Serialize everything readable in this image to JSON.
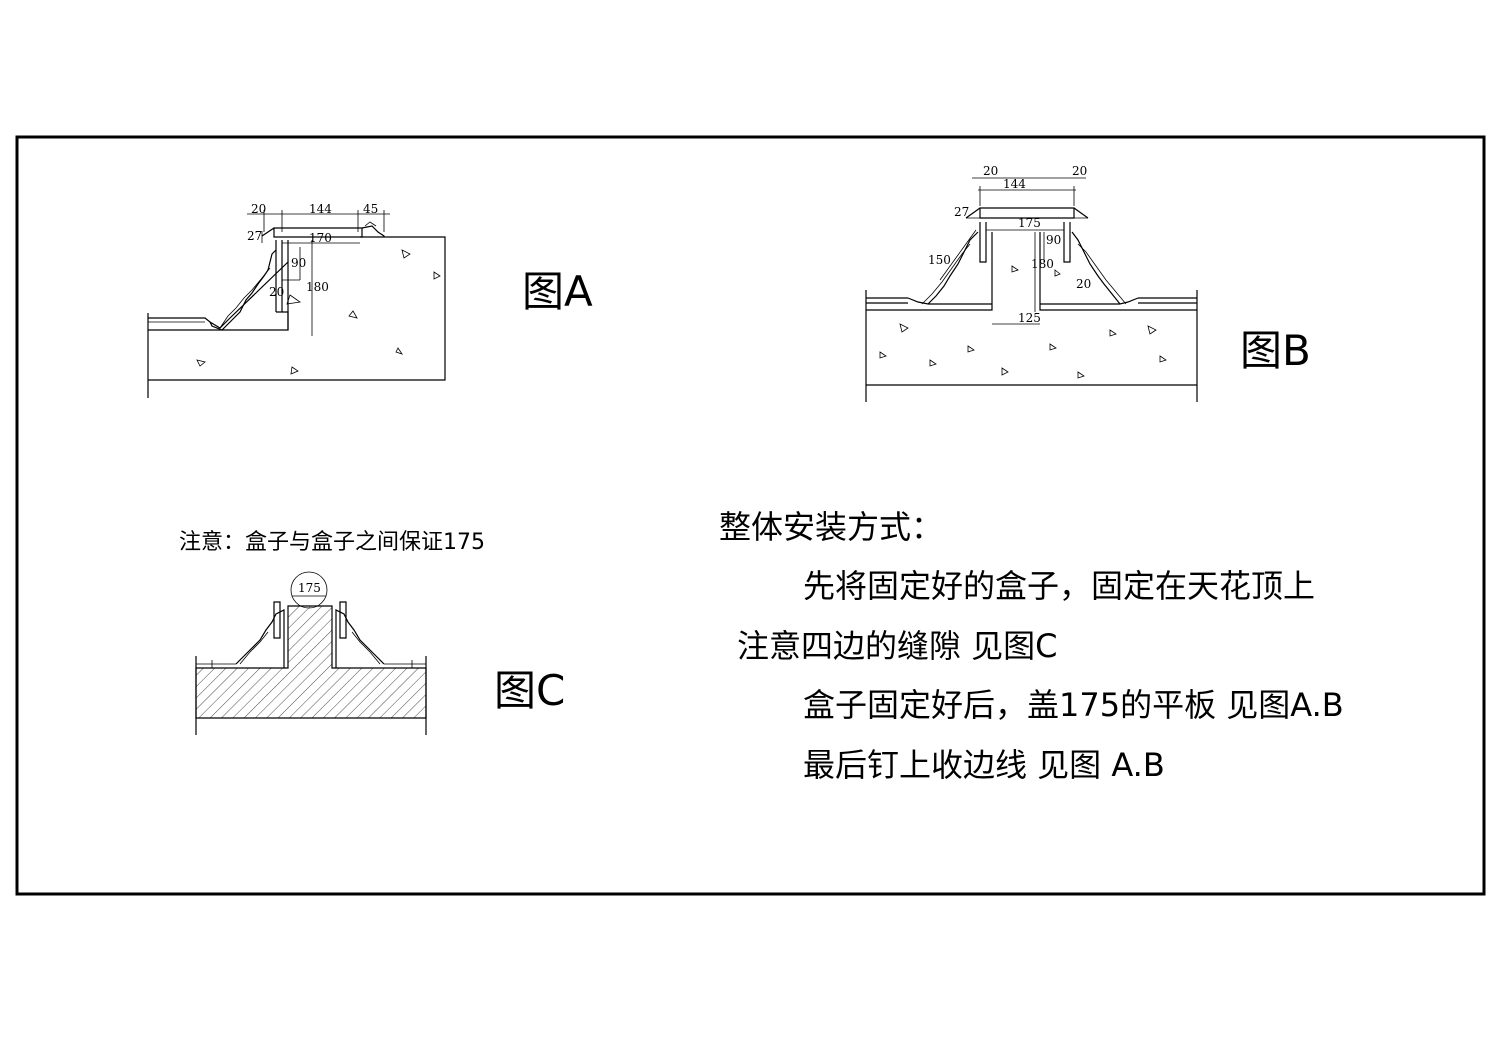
{
  "figure_a": {
    "label": "图A",
    "dims": {
      "d20_top": "20",
      "d144": "144",
      "d45": "45",
      "d27": "27",
      "d170": "170",
      "d90": "90",
      "d180": "180",
      "d20_bottom": "20"
    }
  },
  "figure_b": {
    "label": "图B",
    "dims": {
      "d20_left": "20",
      "d20_right": "20",
      "d144": "144",
      "d27": "27",
      "d175": "175",
      "d90": "90",
      "d150": "150",
      "d180": "180",
      "d20_low": "20",
      "d125": "125"
    }
  },
  "figure_c": {
    "label": "图C",
    "note": "注意：盒子与盒子之间保证175",
    "dim175": "175"
  },
  "instructions": {
    "title": "整体安装方式：",
    "lines": [
      "先将固定好的盒子，固定在天花顶上",
      "注意四边的缝隙 见图C",
      "盒子固定好后，盖175的平板 见图A.B",
      "最后钉上收边线 见图 A.B"
    ]
  }
}
